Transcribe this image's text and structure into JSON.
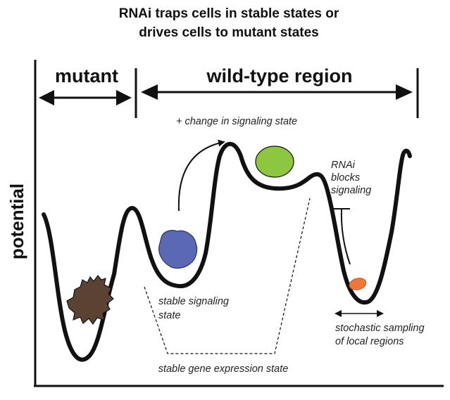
{
  "title": {
    "line1": "RNAi traps cells in stable states or",
    "line2": "drives cells to mutant states"
  },
  "regions": {
    "mutant": "mutant",
    "wild_type": "wild-type region"
  },
  "y_axis_label": "potential",
  "annotations": {
    "signaling_change": "+ change in signaling state",
    "rnai_line1": "RNAi",
    "rnai_line2": "blocks",
    "rnai_line3": "signaling",
    "stable_signaling_line1": "stable signaling",
    "stable_signaling_line2": "state",
    "stochastic_line1": "stochastic sampling",
    "stochastic_line2": "of local regions",
    "stable_gene_expression": "stable gene expression state"
  },
  "cells": [
    {
      "name": "mutant-cell",
      "color": "#5b4334"
    },
    {
      "name": "blue-cell",
      "color": "#5b68b3"
    },
    {
      "name": "green-cell",
      "color": "#8dc63f"
    },
    {
      "name": "orange-cell",
      "color": "#f0773a"
    }
  ]
}
